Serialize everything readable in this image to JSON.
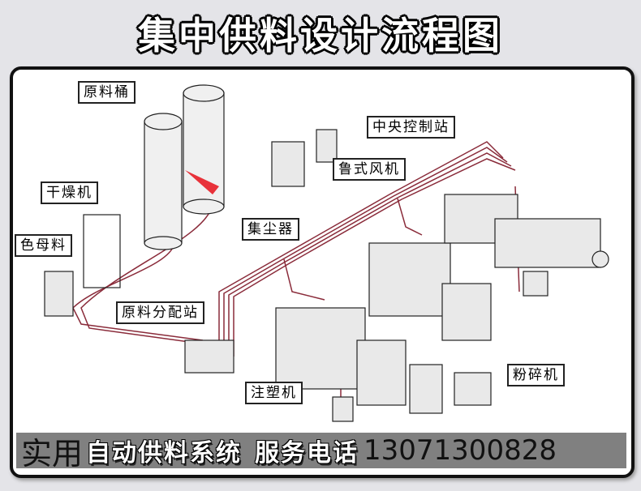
{
  "title": "集中供料设计流程图",
  "labels": {
    "raw_bin": "原料桶",
    "central_control": "中央控制站",
    "roots_blower": "鲁式风机",
    "dryer": "干燥机",
    "dust_collector": "集尘器",
    "masterbatch": "色母料",
    "distribution_station": "原料分配站",
    "crusher": "粉碎机",
    "injection_machine": "注塑机"
  },
  "banner": {
    "practical": "实用",
    "system": "自动供料系统",
    "service": "服务电话",
    "phone": "13071300828"
  },
  "colors": {
    "pipe": "#8a2b3a",
    "banner": "#808080"
  }
}
